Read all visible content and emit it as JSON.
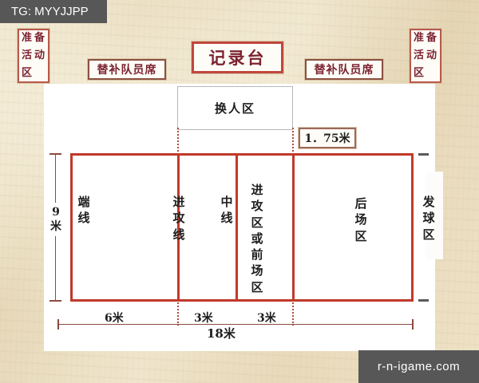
{
  "watermarks": {
    "top_left": "TG: MYYJJPP",
    "bottom_right": "r-n-igame.com"
  },
  "diagram": {
    "title_box": "记录台",
    "warmup_zone_left": {
      "col1": [
        "准",
        "活",
        "区"
      ],
      "col2": [
        "备",
        "动"
      ]
    },
    "warmup_zone_right": {
      "col1": [
        "准",
        "活",
        "区"
      ],
      "col2": [
        "备",
        "动"
      ]
    },
    "bench_left": "替补队员席",
    "bench_right": "替补队员席",
    "substitution_zone": "换人区",
    "measure_175": "1．75米"
  },
  "court_labels": {
    "end_line": [
      "端",
      "线"
    ],
    "attack_line": [
      "进",
      "攻",
      "线"
    ],
    "center_line": [
      "中",
      "线"
    ],
    "front_zone": [
      "进",
      "攻",
      "区",
      "或",
      "前",
      "场",
      "区"
    ],
    "back_zone": [
      "后",
      "场",
      "区"
    ],
    "serve_zone": [
      "发",
      "球",
      "区"
    ]
  },
  "dimensions": {
    "height_9m": [
      "9",
      "米"
    ],
    "seg_6m": "6米",
    "seg_3m_a": "3米",
    "seg_3m_b": "3米",
    "total_18m": "18米"
  },
  "colors": {
    "court_line": "#c0392b",
    "label_border": "#b85a4a",
    "title_text": "#7c2230",
    "paper": "#e8dcc0",
    "watermark_bg": "#575757"
  }
}
